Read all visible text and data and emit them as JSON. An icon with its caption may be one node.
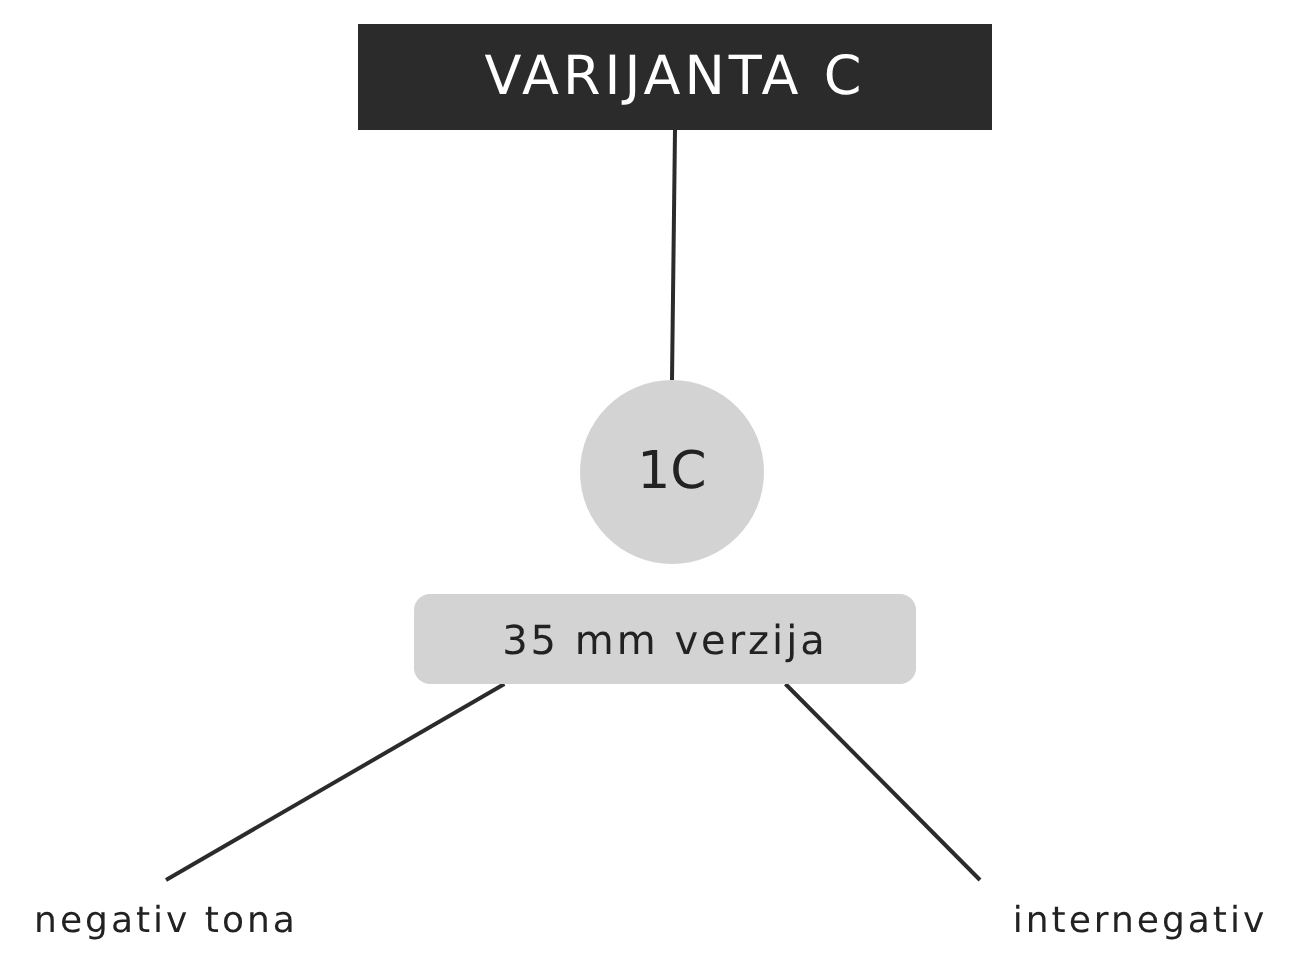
{
  "diagram": {
    "nodes": [
      {
        "text": [
          "VARIJANTA C"
        ]
      },
      {
        "text": [
          "1C"
        ]
      },
      {
        "text": [
          "35 mm verzija"
        ]
      },
      {
        "text": [
          "negativ tona"
        ]
      },
      {
        "text": [
          "internegativ"
        ]
      }
    ],
    "edges": [
      {
        "from": 0,
        "to": 1,
        "arrow": "none"
      },
      {
        "from": 2,
        "to": 3,
        "arrow": "none"
      },
      {
        "from": 2,
        "to": 4,
        "arrow": "none"
      }
    ]
  }
}
